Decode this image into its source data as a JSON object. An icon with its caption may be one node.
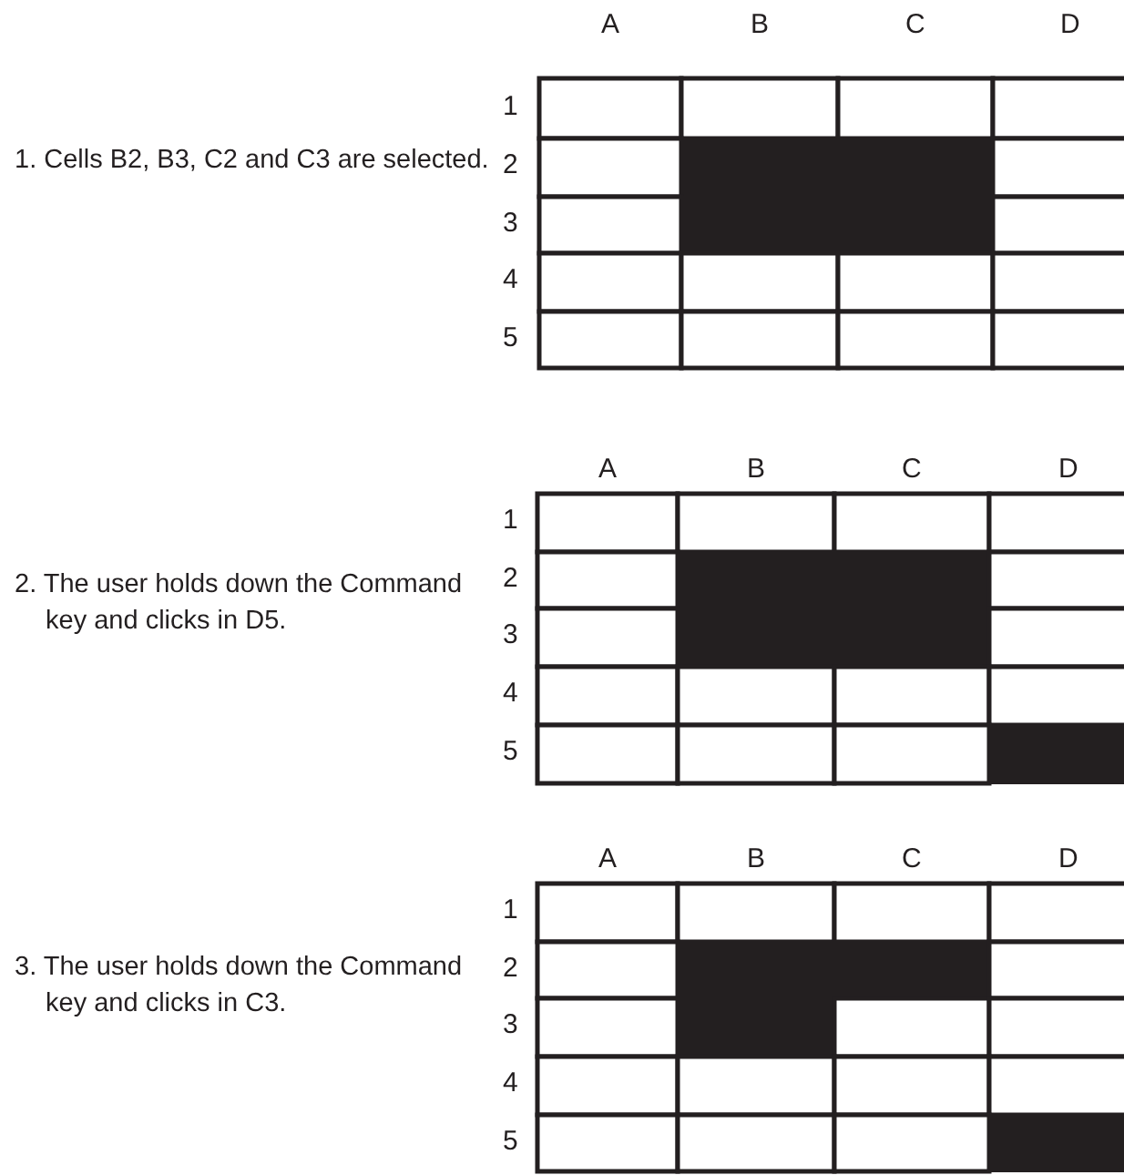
{
  "diagram": {
    "labels": [
      "A",
      "B",
      "C",
      "D",
      "1",
      "2",
      "3",
      "4",
      "5",
      "1. Cells B2, B3, C2 and C3 are selected.",
      "A",
      "B",
      "C",
      "D",
      "1",
      "2",
      "3",
      "4",
      "5",
      "2. The user holds down the Command key and clicks in D5.",
      "A",
      "B",
      "C",
      "D",
      "1",
      "2",
      "3",
      "4",
      "5",
      "3. The user holds down the Command key and clicks in C3."
    ]
  }
}
